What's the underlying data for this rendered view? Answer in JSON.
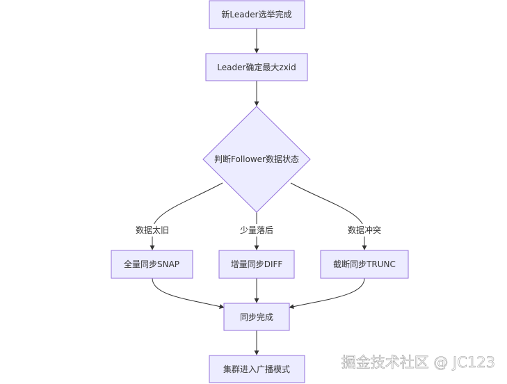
{
  "nodes": {
    "leader_elected": "新Leader选举完成",
    "max_zxid": "Leader确定最大zxid",
    "judge_state": "判断Follower数据状态",
    "snap": "全量同步SNAP",
    "diff": "增量同步DIFF",
    "trunc": "截断同步TRUNC",
    "sync_done": "同步完成",
    "broadcast": "集群进入广播模式"
  },
  "edge_labels": {
    "too_old": "数据太旧",
    "slightly_behind": "少量落后",
    "conflict": "数据冲突"
  },
  "watermark": "掘金技术社区 @ JC123",
  "colors": {
    "node_fill": "#ECECFF",
    "node_stroke": "#9370DB",
    "edge": "#333333",
    "text": "#333333"
  }
}
